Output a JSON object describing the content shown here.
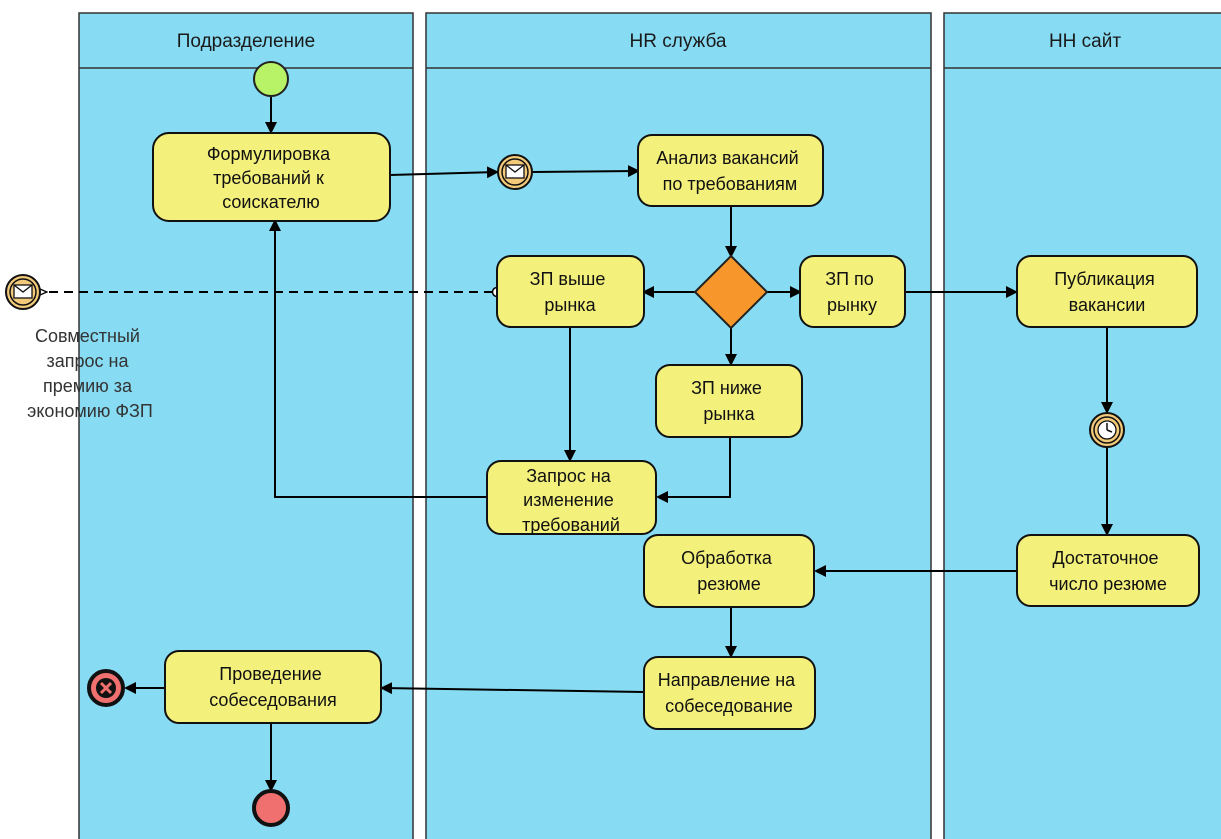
{
  "lanes": {
    "division": {
      "title": "Подразделение"
    },
    "hr": {
      "title": "HR служба"
    },
    "hh": {
      "title": "HH сайт"
    }
  },
  "tasks": {
    "formulate": [
      "Формулировка",
      "требований к",
      "соискателю"
    ],
    "analysis": [
      "Анализ вакансий",
      "по требованиям"
    ],
    "above_market": [
      "ЗП выше",
      "рынка"
    ],
    "at_market": [
      "ЗП по",
      "рынку"
    ],
    "below_market": [
      "ЗП ниже",
      "рынка"
    ],
    "change_request": [
      "Запрос на",
      "изменение",
      "требований"
    ],
    "publish": [
      "Публикация",
      "вакансии"
    ],
    "enough_resumes": [
      "Достаточное",
      "число резюме"
    ],
    "process_resumes": [
      "Обработка",
      "резюме"
    ],
    "send_to_interview": [
      "Направление на",
      "собеседование"
    ],
    "interview": [
      "Проведение",
      "собеседования"
    ]
  },
  "annotations": {
    "joint_request": [
      "Совместный",
      "запрос на",
      "премию за",
      "экономию ФЗП"
    ]
  },
  "colors": {
    "lane_fill": "#87dbf3",
    "task_fill": "#f3f07c",
    "gateway_fill": "#f7962a",
    "start_fill": "#b8f266",
    "end_fill": "#f07070",
    "event_fill": "#f3c97a"
  },
  "icons": {
    "message_event": "envelope-icon",
    "timer_event": "clock-icon",
    "error_end": "x-icon"
  }
}
